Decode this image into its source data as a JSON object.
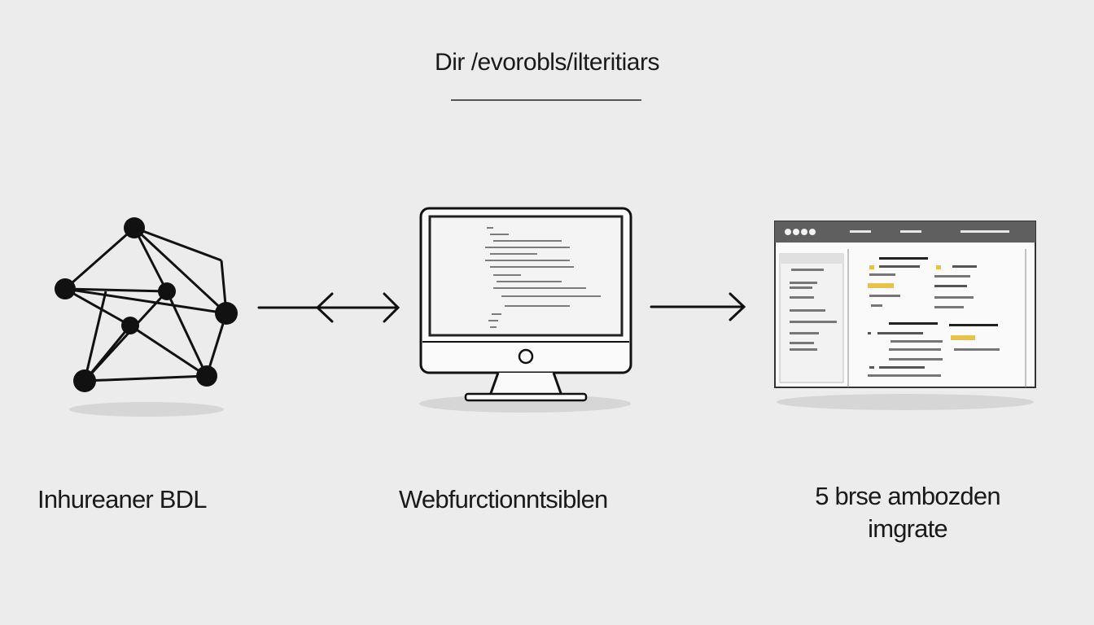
{
  "title": "Dir /evorobls/ilteritiars",
  "nodes": [
    {
      "id": "network",
      "label": "Inhureaner BDL",
      "icon": "network-graph-icon"
    },
    {
      "id": "monitor",
      "label": "Webfurctionntsiblen",
      "icon": "monitor-code-icon"
    },
    {
      "id": "browser",
      "label_lines": [
        "5 brse ambozden",
        "imgrate"
      ],
      "icon": "browser-window-icon"
    }
  ],
  "connectors": [
    {
      "from": "network",
      "to": "monitor",
      "type": "bidirectional-arrow"
    },
    {
      "from": "monitor",
      "to": "browser",
      "type": "right-arrow"
    }
  ],
  "colors": {
    "background": "#ececec",
    "ink": "#1a1a1a",
    "highlight": "#e8c24a"
  }
}
